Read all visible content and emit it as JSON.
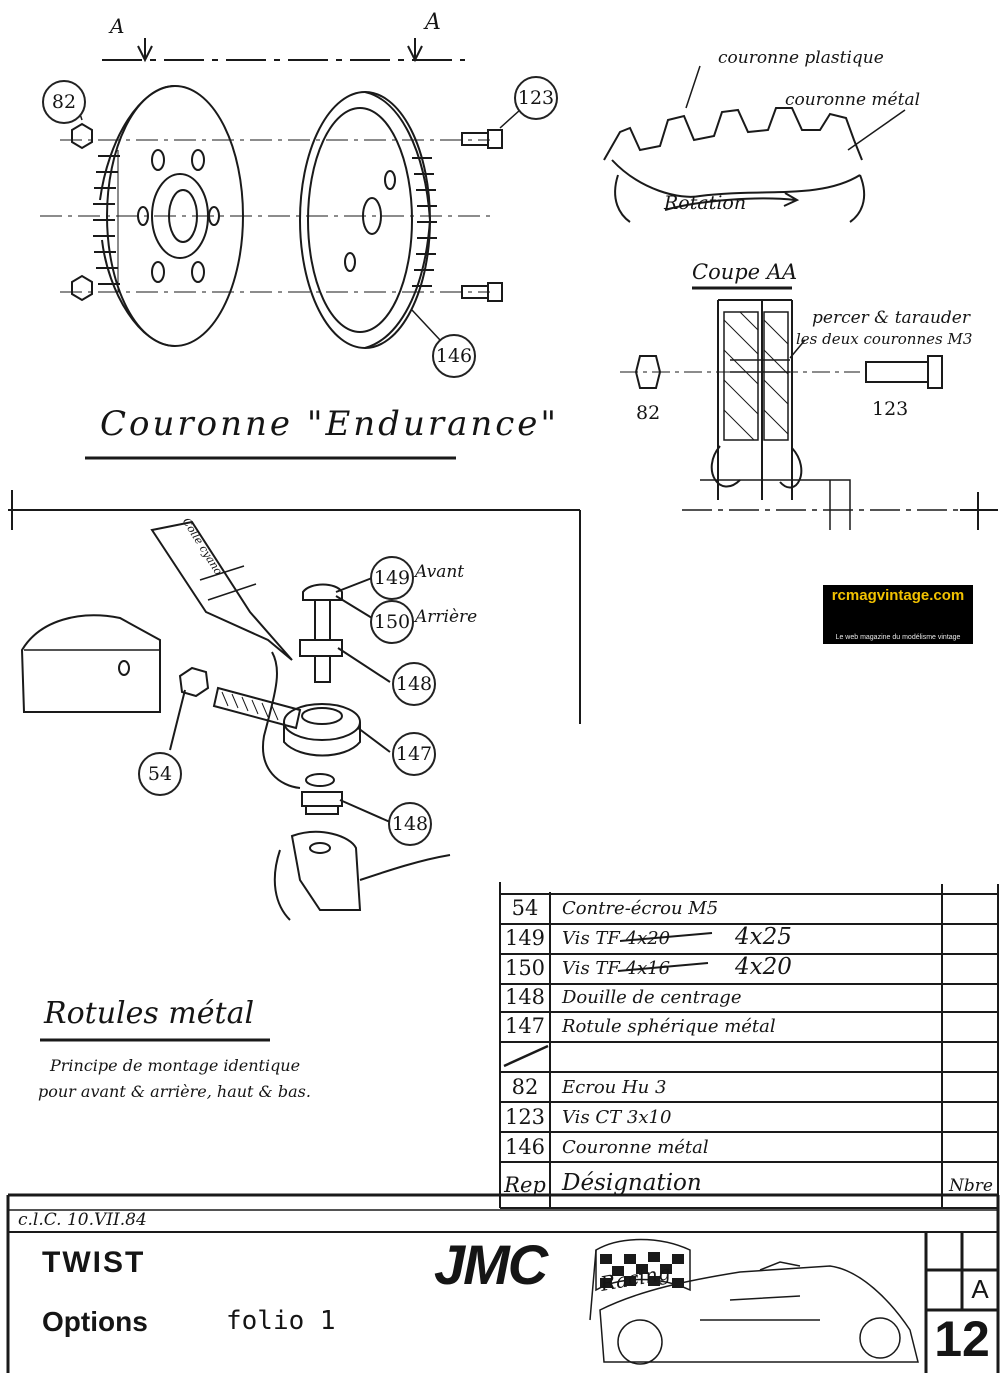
{
  "section_marks": {
    "left": "A",
    "right": "A"
  },
  "gear_view": {
    "callouts": [
      "82",
      "123",
      "146"
    ],
    "title": "Couronne \"Endurance\""
  },
  "detail_view": {
    "label_plastic": "couronne plastique",
    "label_metal": "couronne métal",
    "label_rotation": "Rotation"
  },
  "section_view": {
    "title": "Coupe AA",
    "note_line1": "percer & tarauder",
    "note_line2": "les deux couronnes M3",
    "label_left": "82",
    "label_right": "123"
  },
  "ball_joint_view": {
    "tube_label": "Colle cyano",
    "callouts": [
      {
        "num": "149",
        "note": "Avant"
      },
      {
        "num": "150",
        "note": "Arrière"
      },
      {
        "num": "148",
        "note": ""
      },
      {
        "num": "147",
        "note": ""
      },
      {
        "num": "148",
        "note": ""
      },
      {
        "num": "54",
        "note": ""
      }
    ],
    "title": "Rotules métal",
    "note_line1": "Principe de montage identique",
    "note_line2": "pour avant & arrière, haut & bas."
  },
  "bom": {
    "header_rep": "Rep",
    "header_designation": "Désignation",
    "header_qty": "Nbre",
    "rows": [
      {
        "rep": "54",
        "designation": "Contre-écrou M5",
        "extra": ""
      },
      {
        "rep": "149",
        "designation": "Vis TF 4x20",
        "extra": "4x25"
      },
      {
        "rep": "150",
        "designation": "Vis TF 4x16",
        "extra": "4x20"
      },
      {
        "rep": "148",
        "designation": "Douille de centrage",
        "extra": ""
      },
      {
        "rep": "147",
        "designation": "Rotule sphérique métal",
        "extra": ""
      },
      {
        "rep": "",
        "designation": "",
        "extra": ""
      },
      {
        "rep": "82",
        "designation": "Ecrou Hu 3",
        "extra": ""
      },
      {
        "rep": "123",
        "designation": "Vis CT 3x10",
        "extra": ""
      },
      {
        "rep": "146",
        "designation": "Couronne métal",
        "extra": ""
      }
    ]
  },
  "title_block": {
    "date": "c.l.C. 10.VII.84",
    "model": "TWIST",
    "options": "Options",
    "folio": "folio 1",
    "logo": "JMC",
    "logo_sub": "Racing",
    "revision": "A",
    "sheet": "12"
  },
  "watermark": {
    "site": "rcmagvintage.com",
    "tagline": "Le web magazine du modélisme vintage"
  },
  "colors": {
    "ink": "#151515",
    "paper": "#ffffff",
    "watermark_bg": "#000000",
    "watermark_text": "#f2c200"
  }
}
